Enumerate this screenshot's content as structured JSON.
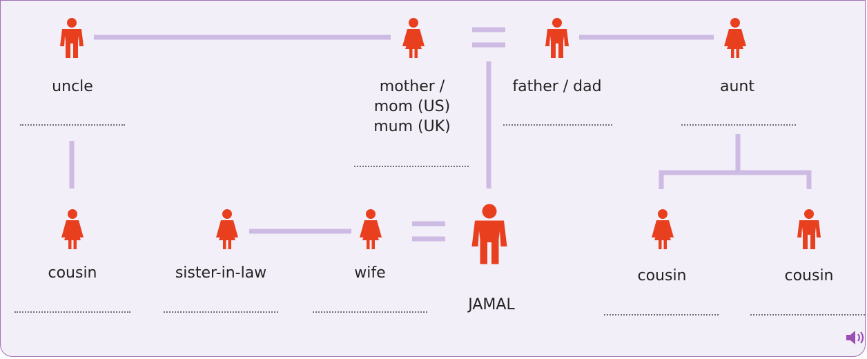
{
  "colors": {
    "background": "#f3eff8",
    "border": "#9b6fb3",
    "figure": "#e8401f",
    "connector": "#cdbbe3",
    "text": "#222222",
    "audio": "#9b4fb5"
  },
  "icons": {
    "male": "male-person-icon",
    "female": "female-person-icon",
    "audio": "speaker-audio-icon"
  },
  "people": {
    "uncle": {
      "label": "uncle",
      "gender": "male"
    },
    "mother": {
      "label": "mother /\nmom (US)\nmum (UK)",
      "gender": "female"
    },
    "father": {
      "label": "father / dad",
      "gender": "male"
    },
    "aunt": {
      "label": "aunt",
      "gender": "female"
    },
    "cousin_left": {
      "label": "cousin",
      "gender": "female"
    },
    "sister_in_law": {
      "label": "sister-in-law",
      "gender": "female"
    },
    "wife": {
      "label": "wife",
      "gender": "female"
    },
    "jamal": {
      "label": "JAMAL",
      "gender": "male"
    },
    "cousin_right_1": {
      "label": "cousin",
      "gender": "female"
    },
    "cousin_right_2": {
      "label": "cousin",
      "gender": "male"
    }
  }
}
